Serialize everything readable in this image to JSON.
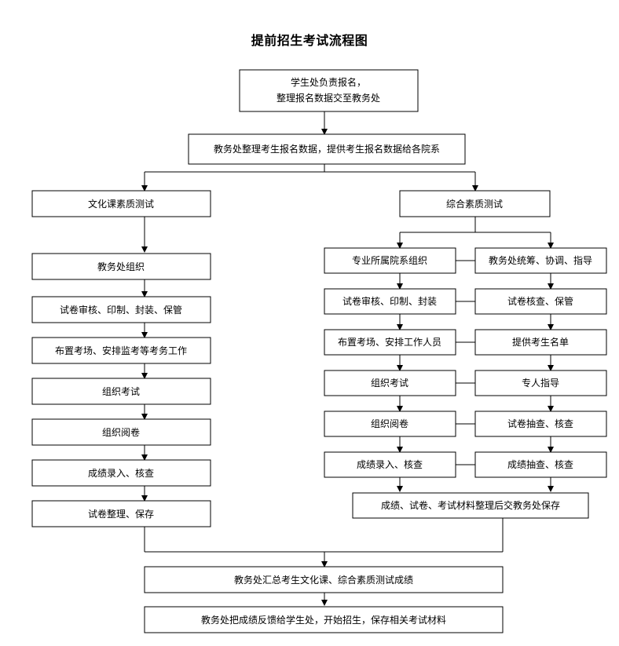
{
  "title": "提前招生考试流程图",
  "nodes": {
    "top": [
      "学生处负责报名，",
      "整理报名数据交至教务处"
    ],
    "dean": "教务处整理考生报名数据，提供考生报名数据给各院系",
    "left_head": "文化课素质测试",
    "right_head": "综合素质测试",
    "left": [
      "教务处组织",
      "试卷审核、印制、封装、保管",
      "布置考场、安排监考等考务工作",
      "组织考试",
      "组织阅卷",
      "成绩录入、核查",
      "试卷整理、保存"
    ],
    "right_a": [
      "专业所属院系组织",
      "试卷审核、印制、封装",
      "布置考场、安排工作人员",
      "组织考试",
      "组织阅卷",
      "成绩录入、核查"
    ],
    "right_b": [
      "教务处统筹、协调、指导",
      "试卷核查、保管",
      "提供考生名单",
      "专人指导",
      "试卷抽查、核查",
      "成绩抽查、核查"
    ],
    "right_merge": "成绩、试卷、考试材料整理后交教务处保存",
    "summary": "教务处汇总考生文化课、综合素质测试成绩",
    "final": "教务处把成绩反馈给学生处，开始招生，保存相关考试材料"
  }
}
